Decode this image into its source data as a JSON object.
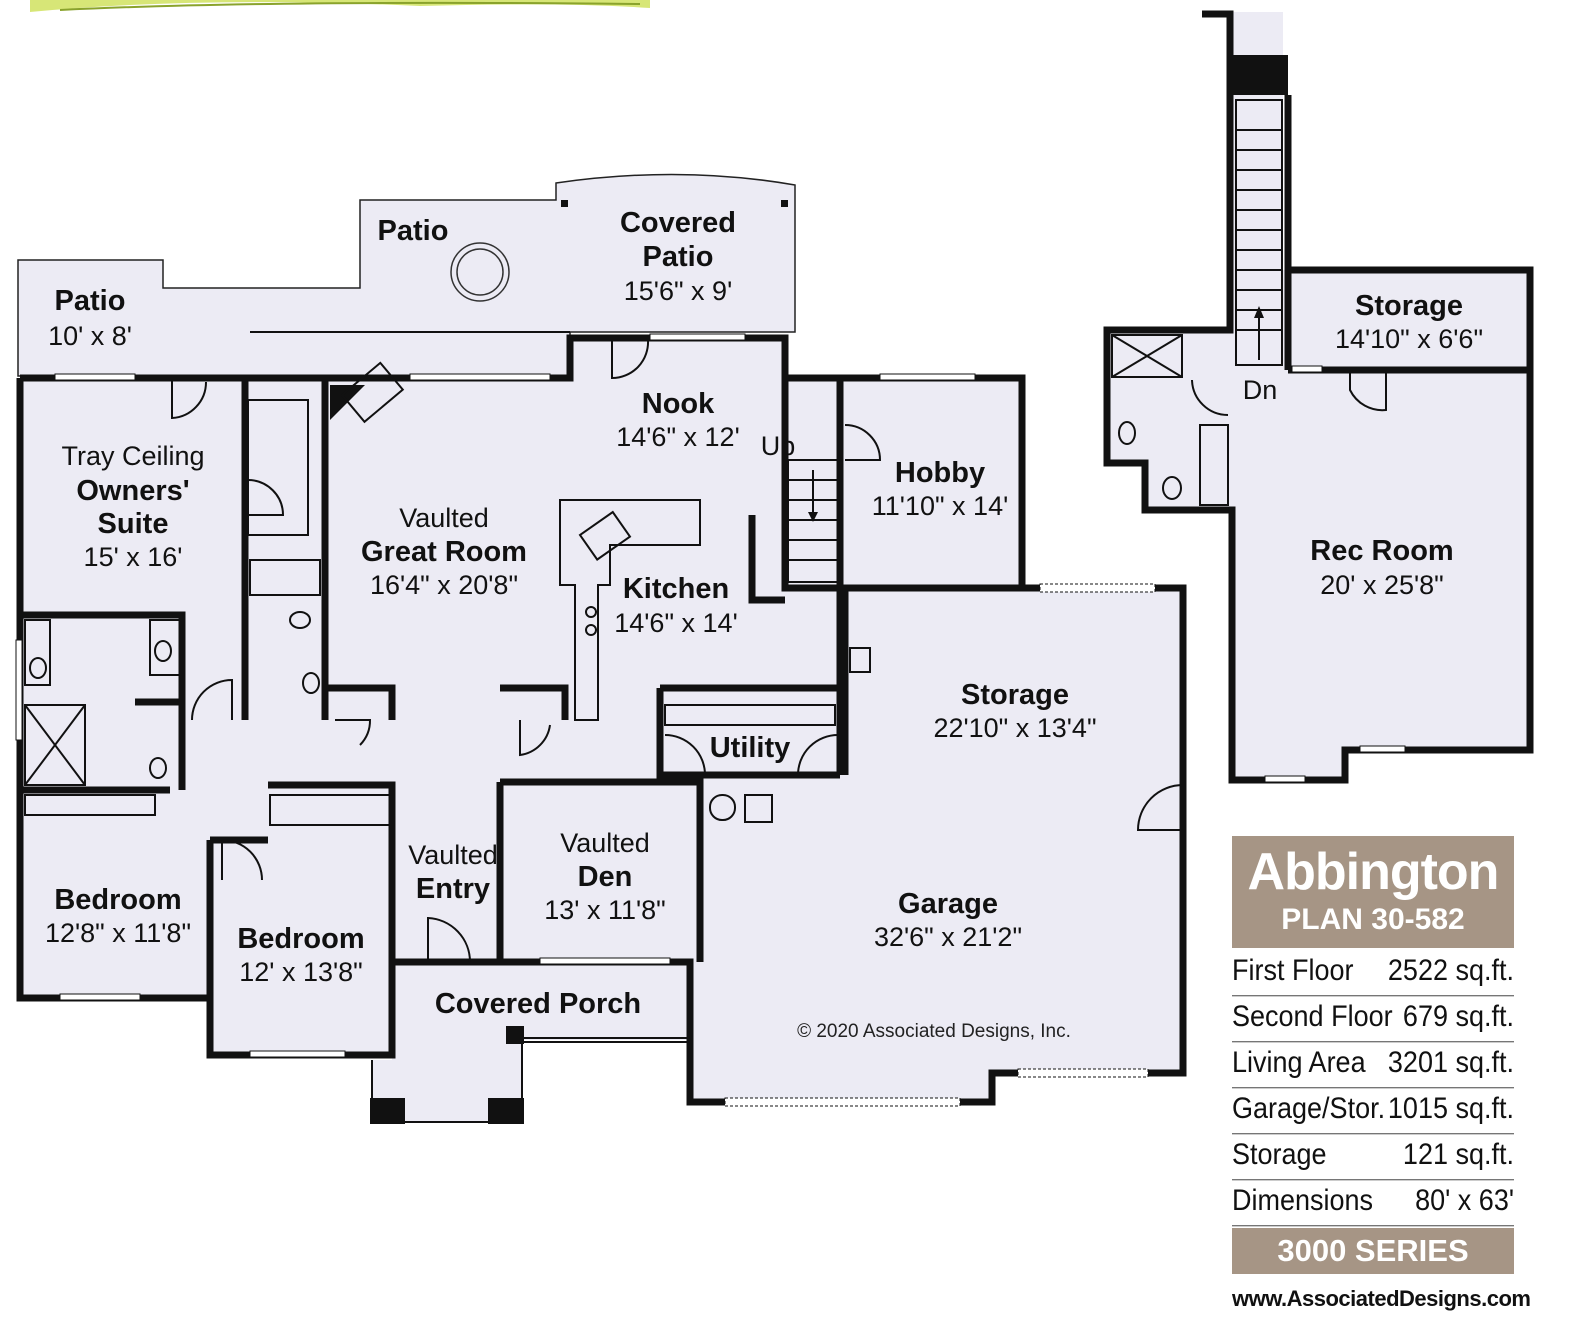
{
  "rooms": {
    "patio_left": {
      "name": "Patio",
      "dim": "10' x 8'"
    },
    "patio_top": {
      "name": "Patio"
    },
    "covered_patio": {
      "name1": "Covered",
      "name2": "Patio",
      "dim": "15'6\" x 9'"
    },
    "owners_suite": {
      "line1": "Tray Ceiling",
      "line2": "Owners'",
      "line3": "Suite",
      "dim": "15' x 16'"
    },
    "great_room": {
      "line1": "Vaulted",
      "line2": "Great Room",
      "dim": "16'4\" x 20'8\""
    },
    "nook": {
      "name": "Nook",
      "dim": "14'6\" x 12'"
    },
    "kitchen": {
      "name": "Kitchen",
      "dim": "14'6\" x 14'"
    },
    "hobby": {
      "name": "Hobby",
      "dim": "11'10\" x 14'"
    },
    "storage_garage": {
      "name": "Storage",
      "dim": "22'10\" x 13'4\""
    },
    "utility": {
      "name": "Utility"
    },
    "garage": {
      "name": "Garage",
      "dim": "32'6\" x 21'2\""
    },
    "bedroom_left": {
      "name": "Bedroom",
      "dim": "12'8\" x 11'8\""
    },
    "bedroom_mid": {
      "name": "Bedroom",
      "dim": "12' x 13'8\""
    },
    "entry": {
      "line1": "Vaulted",
      "line2": "Entry"
    },
    "den": {
      "line1": "Vaulted",
      "line2": "Den",
      "dim": "13' x 11'8\""
    },
    "covered_porch": {
      "name": "Covered Porch"
    },
    "storage_upper": {
      "name": "Storage",
      "dim": "14'10\" x 6'6\""
    },
    "rec_room": {
      "name": "Rec Room",
      "dim": "20' x 25'8\""
    }
  },
  "stair_labels": {
    "up": "Up",
    "down": "Dn"
  },
  "copyright": "© 2020 Associated Designs, Inc.",
  "info": {
    "title": "Abbington",
    "plan": "PLAN 30-582",
    "rows": [
      {
        "label": "First Floor",
        "value": "2522 sq.ft."
      },
      {
        "label": "Second Floor",
        "value": "679 sq.ft."
      },
      {
        "label": "Living Area",
        "value": "3201 sq.ft."
      },
      {
        "label": "Garage/Stor.",
        "value": "1015 sq.ft."
      },
      {
        "label": "Storage",
        "value": "121 sq.ft."
      },
      {
        "label": "Dimensions",
        "value": "80' x 63'"
      }
    ],
    "series": "3000 SERIES",
    "website": "www.AssociatedDesigns.com"
  },
  "colors": {
    "floor_fill": "#ecebf4",
    "accent": "#a69585",
    "wall": "#111111"
  }
}
